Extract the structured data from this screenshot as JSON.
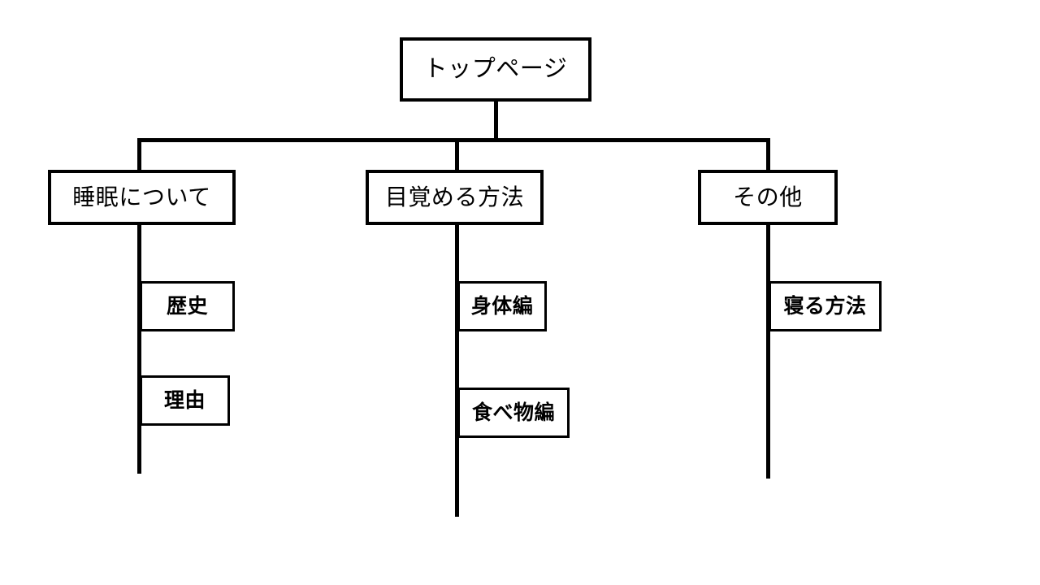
{
  "diagram": {
    "type": "sitemap-tree",
    "title_text": "",
    "line_color": "#000000",
    "box_fill": "#ffffff",
    "box_border_color": "#000000",
    "root": {
      "label": "トップページ"
    },
    "branches": [
      {
        "label": "睡眠について",
        "children": [
          {
            "label": "歴史"
          },
          {
            "label": "理由"
          }
        ]
      },
      {
        "label": "目覚める方法",
        "children": [
          {
            "label": "身体編"
          },
          {
            "label": "食べ物編"
          }
        ]
      },
      {
        "label": "その他",
        "children": [
          {
            "label": "寝る方法"
          }
        ]
      }
    ]
  }
}
